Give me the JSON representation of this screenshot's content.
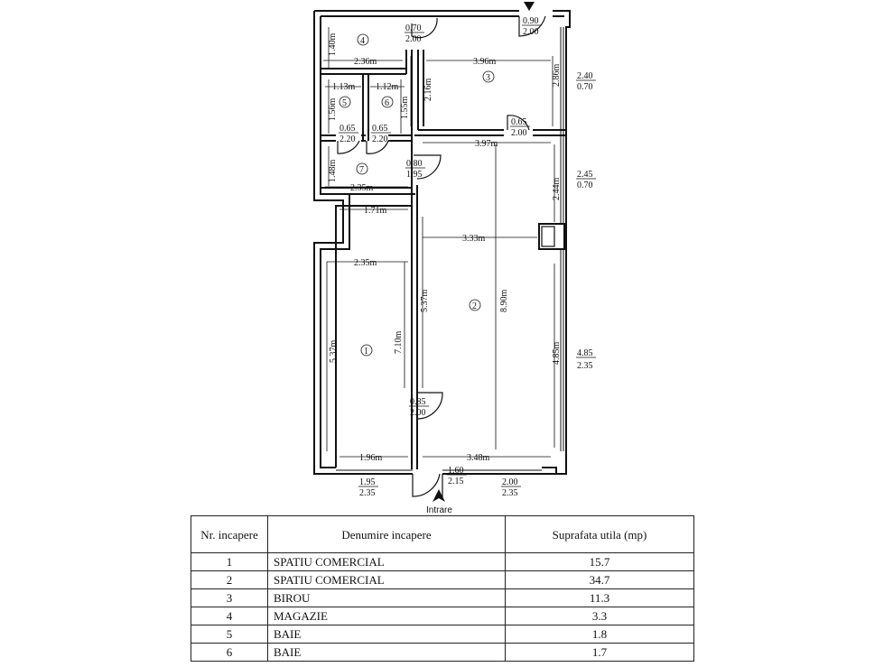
{
  "plan": {
    "entry_label": "Intrare",
    "rooms": [
      {
        "num": "1"
      },
      {
        "num": "2"
      },
      {
        "num": "3"
      },
      {
        "num": "4"
      },
      {
        "num": "5"
      },
      {
        "num": "6"
      },
      {
        "num": "7"
      }
    ],
    "dims": [
      {
        "name": "door-top-right",
        "a": "0.90",
        "b": "2.00"
      },
      {
        "name": "door-room4",
        "a": "0.70",
        "b": "2.00"
      },
      {
        "name": "window-right-1",
        "a": "2.40",
        "b": "0.70"
      },
      {
        "name": "window-right-2",
        "a": "2.45",
        "b": "0.70"
      },
      {
        "name": "window-right-3",
        "a": "4.85",
        "b": "2.35"
      },
      {
        "name": "door-room3",
        "a": "0.65",
        "b": "2.00"
      },
      {
        "name": "door-room5",
        "a": "0.65",
        "b": "2.20"
      },
      {
        "name": "door-room6",
        "a": "0.65",
        "b": "2.20"
      },
      {
        "name": "door-room7",
        "a": "0.80",
        "b": "1.95"
      },
      {
        "name": "door-room1",
        "a": "0.85",
        "b": "2.00"
      },
      {
        "name": "window-bottom-left",
        "a": "1.95",
        "b": "2.35"
      },
      {
        "name": "door-entry",
        "a": "1.60",
        "b": "2.15"
      },
      {
        "name": "window-bottom-right",
        "a": "2.00",
        "b": "2.35"
      }
    ],
    "lengths": {
      "room4_h": "1.40m",
      "room4_w": "2.36m",
      "room3_w": "3.96m",
      "room3_h_left": "2.16m",
      "room3_h_right": "2.86m",
      "room5_w": "1.13m",
      "room5_h": "1.56m",
      "room6_w": "1.12m",
      "room6_h": "1.55m",
      "room7_h": "1.48m",
      "room7_w": "2.35m",
      "corr_w": "3.97m",
      "right_h1": "2.44m",
      "r1_top_w": "1.71m",
      "r1_w": "2.35m",
      "r1_h": "5.37m",
      "r1_inner_h": "7.10m",
      "r1_bottom_w": "1.96m",
      "r2_w": "3.33m",
      "r2_h": "8.90m",
      "r2_h_inner": "5.37m",
      "r2_h_right": "4.85m",
      "r2_bottom_w": "3.48m"
    }
  },
  "table": {
    "headers": [
      "Nr. incapere",
      "Denumire incapere",
      "Suprafata utila (mp)"
    ],
    "rows": [
      {
        "nr": "1",
        "name": "SPATIU COMERCIAL",
        "area": "15.7"
      },
      {
        "nr": "2",
        "name": "SPATIU COMERCIAL",
        "area": "34.7"
      },
      {
        "nr": "3",
        "name": "BIROU",
        "area": "11.3"
      },
      {
        "nr": "4",
        "name": "MAGAZIE",
        "area": "3.3"
      },
      {
        "nr": "5",
        "name": "BAIE",
        "area": "1.8"
      },
      {
        "nr": "6",
        "name": "BAIE",
        "area": "1.7"
      }
    ]
  }
}
